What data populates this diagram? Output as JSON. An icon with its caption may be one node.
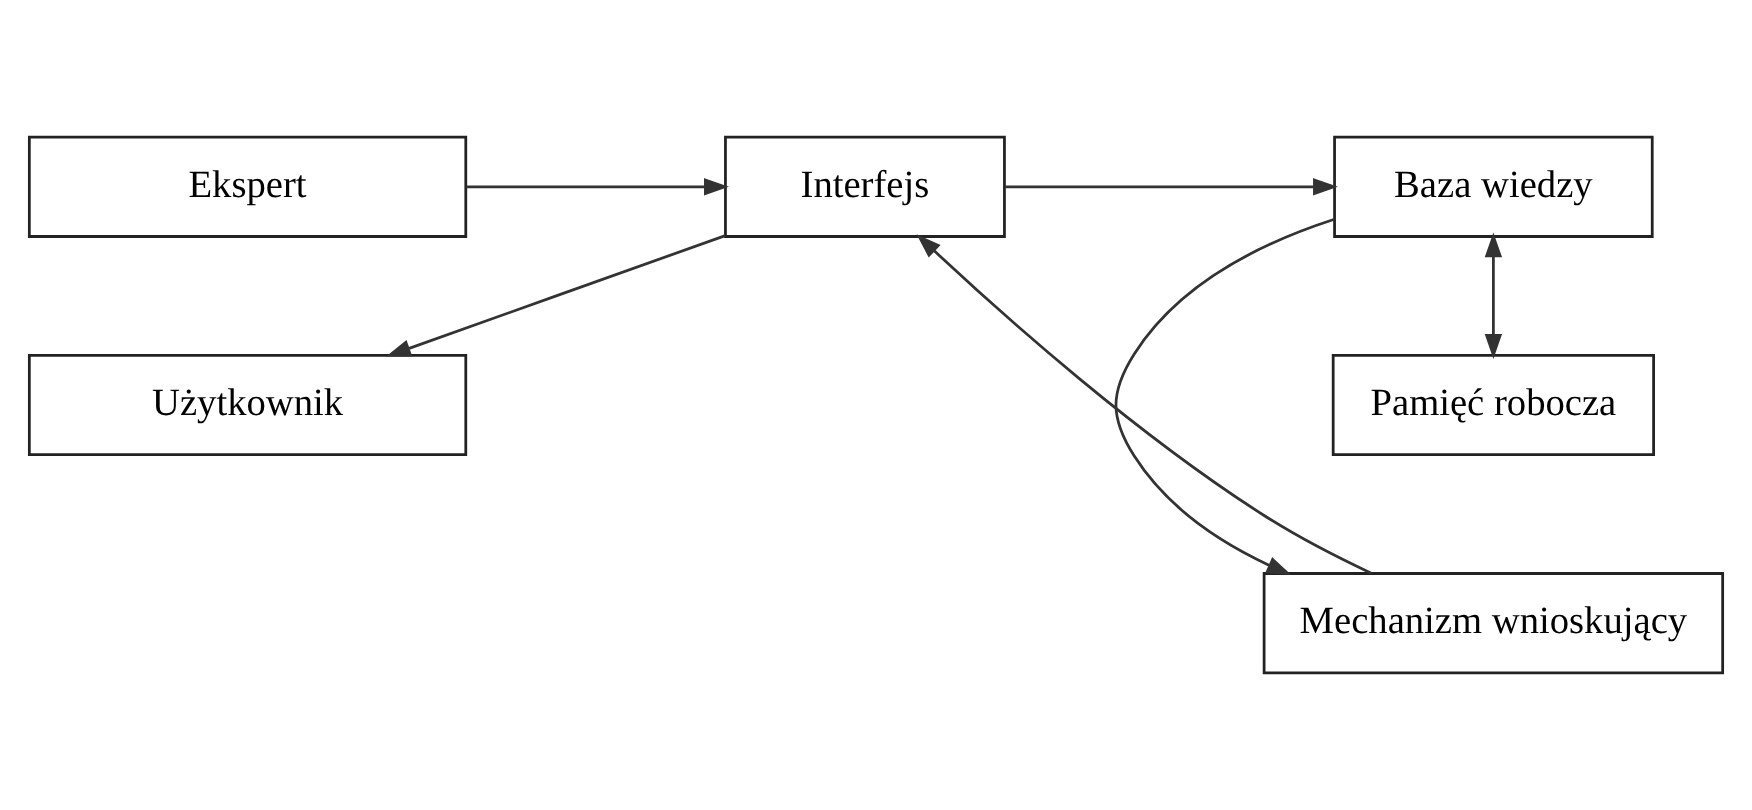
{
  "diagram": {
    "nodes": [
      {
        "text": [
          "Mechanizm wnioskujący"
        ]
      },
      {
        "text": [
          "Ekspert"
        ]
      },
      {
        "text": [
          "Interfejs"
        ]
      },
      {
        "text": [
          "Baza wiedzy"
        ]
      },
      {
        "text": [
          "Użytkownik"
        ]
      },
      {
        "text": [
          "Pamięć robocza"
        ]
      }
    ],
    "edges": [
      {
        "from": 1,
        "to": 2,
        "arrow": "to"
      },
      {
        "from": 2,
        "to": 4,
        "arrow": "to"
      },
      {
        "from": 0,
        "to": 2,
        "arrow": "to"
      },
      {
        "from": 2,
        "to": 3,
        "arrow": "to"
      },
      {
        "from": 3,
        "to": 0,
        "arrow": "to"
      },
      {
        "from": 3,
        "to": 5,
        "arrow": "both"
      }
    ]
  }
}
